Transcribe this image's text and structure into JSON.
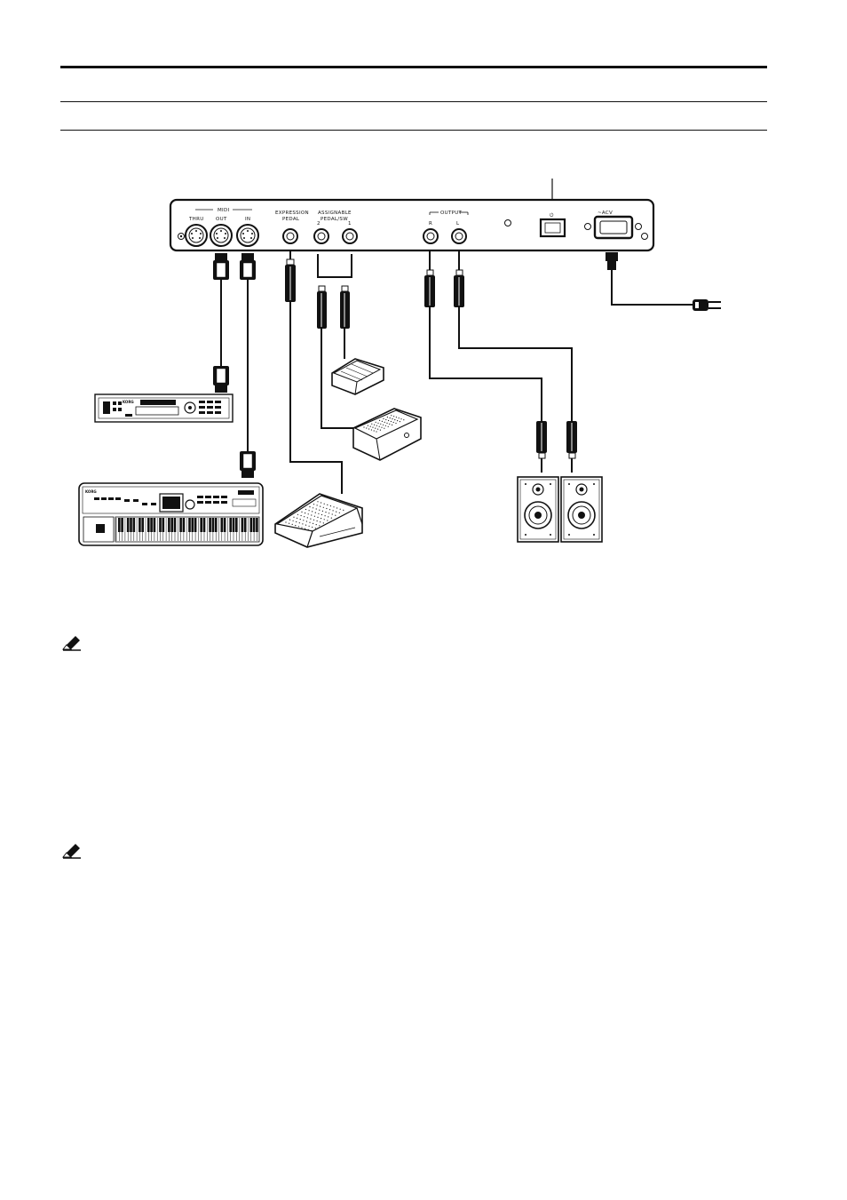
{
  "panel": {
    "midi_label": "MIDI",
    "midi_thru": "THRU",
    "midi_out": "OUT",
    "midi_in": "IN",
    "expression_label_line1": "EXPRESSION",
    "expression_label_line2": "PEDAL",
    "assignable_label_line1": "ASSIGNABLE",
    "assignable_label_line2": "PEDAL/SW",
    "assignable_jack_2": "2",
    "assignable_jack_1": "1",
    "output_label": "OUTPUT",
    "output_r": "R",
    "output_l": "L",
    "power_symbol": "⏻",
    "ac_label": "~ACV"
  },
  "devices": {
    "sound_module_brand": "KORG",
    "keyboard_brand": "KORG"
  },
  "icons": {
    "note_icon": "pencil-note-icon",
    "connector_icon": "jack-plug-icon"
  },
  "colors": {
    "ink": "#111111",
    "paper": "#ffffff"
  }
}
